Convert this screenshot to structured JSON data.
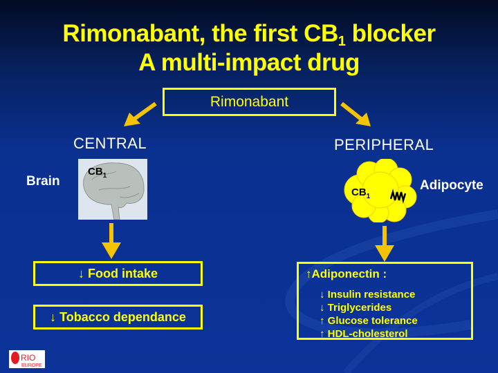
{
  "title": {
    "line1_pre": "Rimonabant, the first CB",
    "line1_sub": "1",
    "line1_post": " blocker",
    "line2": "A multi-impact drug"
  },
  "drug_box": "Rimonabant",
  "central": {
    "heading": "CENTRAL",
    "organ_label": "Brain",
    "receptor": "CB",
    "receptor_sub": "1",
    "effects": [
      "↓ Food intake",
      "↓ Tobacco dependance"
    ]
  },
  "peripheral": {
    "heading": "PERIPHERAL",
    "organ_label": "Adipocyte",
    "receptor": "CB",
    "receptor_sub": "1",
    "main_effect": "↑Adiponectin :",
    "sub_effects": [
      "↓ Insulin resistance",
      "↓ Triglycerides",
      "↑ Glucose tolerance",
      "↑ HDL-cholesterol"
    ]
  },
  "logo": {
    "line1": "RIO",
    "line2": "EUROPE"
  },
  "colors": {
    "accent": "#ffff00",
    "arrow": "#f5c400",
    "background": "#0b3399"
  }
}
